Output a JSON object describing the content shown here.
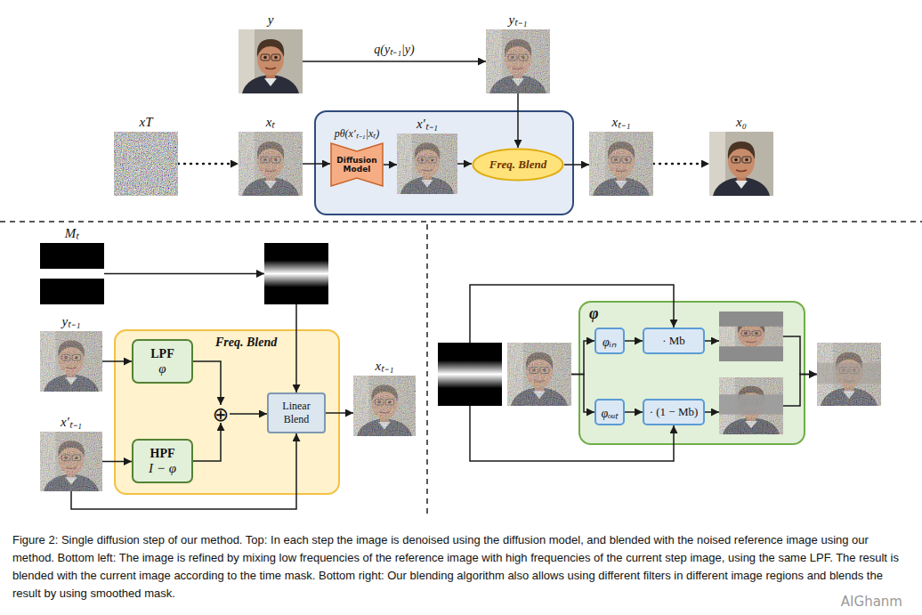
{
  "diagram": {
    "caption": "Figure 2: Single diffusion step of our method. Top: In each step the image is denoised using the diffusion model, and blended with the noised reference image using our method. Bottom left: The image is refined by mixing low frequencies of the reference image with high frequencies of the current step image, using the same LPF. The result is blended with the current image according to the time mask. Bottom right: Our blending algorithm also allows using different filters in different image regions and blends the result by using smoothed mask.",
    "nodes": [
      {
        "text": [
          "y"
        ]
      },
      {
        "text": [
          "yₜ₋₁"
        ]
      },
      {
        "text": [
          "xT"
        ]
      },
      {
        "text": [
          "xₜ"
        ]
      },
      {
        "text": []
      },
      {
        "text": [
          "pθ(x′ₜ₋₁|xₜ)",
          "Diffusion Model"
        ],
        "in": 4
      },
      {
        "text": [
          "x′ₜ₋₁"
        ],
        "in": 4
      },
      {
        "text": [
          "Freq. Blend"
        ],
        "in": 4
      },
      {
        "text": [
          "xₜ₋₁"
        ]
      },
      {
        "text": [
          "x₀"
        ]
      },
      {
        "text": [
          "Mₜ"
        ]
      },
      {
        "text": []
      },
      {
        "text": [
          "yₜ₋₁"
        ]
      },
      {
        "text": [
          "x′ₜ₋₁"
        ]
      },
      {
        "text": [
          "Freq. Blend"
        ]
      },
      {
        "text": [
          "LPF",
          "φ"
        ],
        "in": 14
      },
      {
        "text": [
          "HPF",
          "I − φ"
        ],
        "in": 14
      },
      {
        "text": [
          "⊕"
        ],
        "in": 14
      },
      {
        "text": [
          "Linear Blend"
        ],
        "in": 14
      },
      {
        "text": [
          "xₜ₋₁"
        ]
      },
      {
        "text": []
      },
      {
        "text": []
      },
      {
        "text": [
          "φ"
        ]
      },
      {
        "text": [
          "φᵢₙ"
        ],
        "in": 22
      },
      {
        "text": [
          "φₒᵤₜ"
        ],
        "in": 22
      },
      {
        "text": [
          "· Mb"
        ],
        "in": 22
      },
      {
        "text": [
          "· (1 − Mb)"
        ],
        "in": 22
      },
      {
        "text": [],
        "in": 22
      },
      {
        "text": [],
        "in": 22
      },
      {
        "text": []
      }
    ],
    "edges": [
      {
        "from": 0,
        "to": 1,
        "arrow": "to",
        "label": "q(yₜ₋₁|y)"
      },
      {
        "from": 2,
        "to": 3,
        "arrow": "to"
      },
      {
        "from": 3,
        "to": 5,
        "arrow": "to"
      },
      {
        "from": 5,
        "to": 6,
        "arrow": "to"
      },
      {
        "from": 6,
        "to": 7,
        "arrow": "to"
      },
      {
        "from": 1,
        "to": 7,
        "arrow": "to"
      },
      {
        "from": 7,
        "to": 8,
        "arrow": "to"
      },
      {
        "from": 8,
        "to": 9,
        "arrow": "to"
      },
      {
        "from": 10,
        "to": 11,
        "arrow": "to"
      },
      {
        "from": 11,
        "to": 18,
        "arrow": "to"
      },
      {
        "from": 12,
        "to": 15,
        "arrow": "to"
      },
      {
        "from": 13,
        "to": 16,
        "arrow": "to"
      },
      {
        "from": 15,
        "to": 17,
        "arrow": "to"
      },
      {
        "from": 16,
        "to": 17,
        "arrow": "to"
      },
      {
        "from": 17,
        "to": 18,
        "arrow": "to"
      },
      {
        "from": 18,
        "to": 19,
        "arrow": "to"
      },
      {
        "from": 13,
        "to": 18,
        "arrow": "to"
      },
      {
        "from": 20,
        "to": 25,
        "arrow": "to"
      },
      {
        "from": 20,
        "to": 26,
        "arrow": "to"
      },
      {
        "from": 21,
        "to": 23,
        "arrow": "to"
      },
      {
        "from": 21,
        "to": 24,
        "arrow": "to"
      },
      {
        "from": 23,
        "to": 25,
        "arrow": "to"
      },
      {
        "from": 24,
        "to": 26,
        "arrow": "to"
      },
      {
        "from": 25,
        "to": 27,
        "arrow": "to"
      },
      {
        "from": 26,
        "to": 28,
        "arrow": "to"
      },
      {
        "from": 27,
        "to": 29,
        "arrow": "to"
      },
      {
        "from": 28,
        "to": 29,
        "arrow": "to"
      }
    ],
    "labels": [
      "AIGhanm"
    ]
  }
}
